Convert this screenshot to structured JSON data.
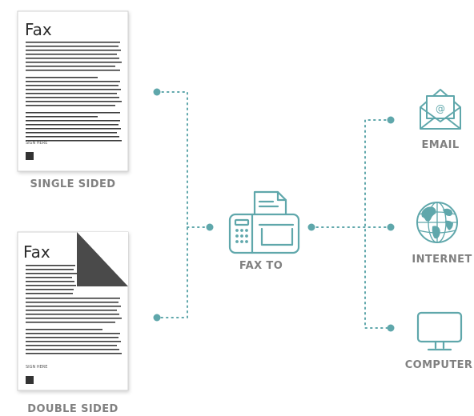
{
  "colors": {
    "accent": "#5fa7ab",
    "label": "#808080",
    "doc_text": "#3a3a3a",
    "paper": "#ffffff",
    "paper_border": "#d2d2d2",
    "fold": "#4a4a4a"
  },
  "documents": {
    "single": {
      "title": "Fax",
      "signature": "SIGN HERE",
      "label": "SINGLE SIDED"
    },
    "double": {
      "title": "Fax",
      "signature": "SIGN HERE",
      "label": "DOUBLE SIDED"
    }
  },
  "center": {
    "label": "FAX TO",
    "icon": "fax-machine-icon"
  },
  "destinations": [
    {
      "id": "email",
      "label": "EMAIL",
      "icon": "envelope-icon"
    },
    {
      "id": "internet",
      "label": "INTERNET",
      "icon": "globe-icon"
    },
    {
      "id": "computer",
      "label": "COMPUTER",
      "icon": "monitor-icon"
    }
  ]
}
